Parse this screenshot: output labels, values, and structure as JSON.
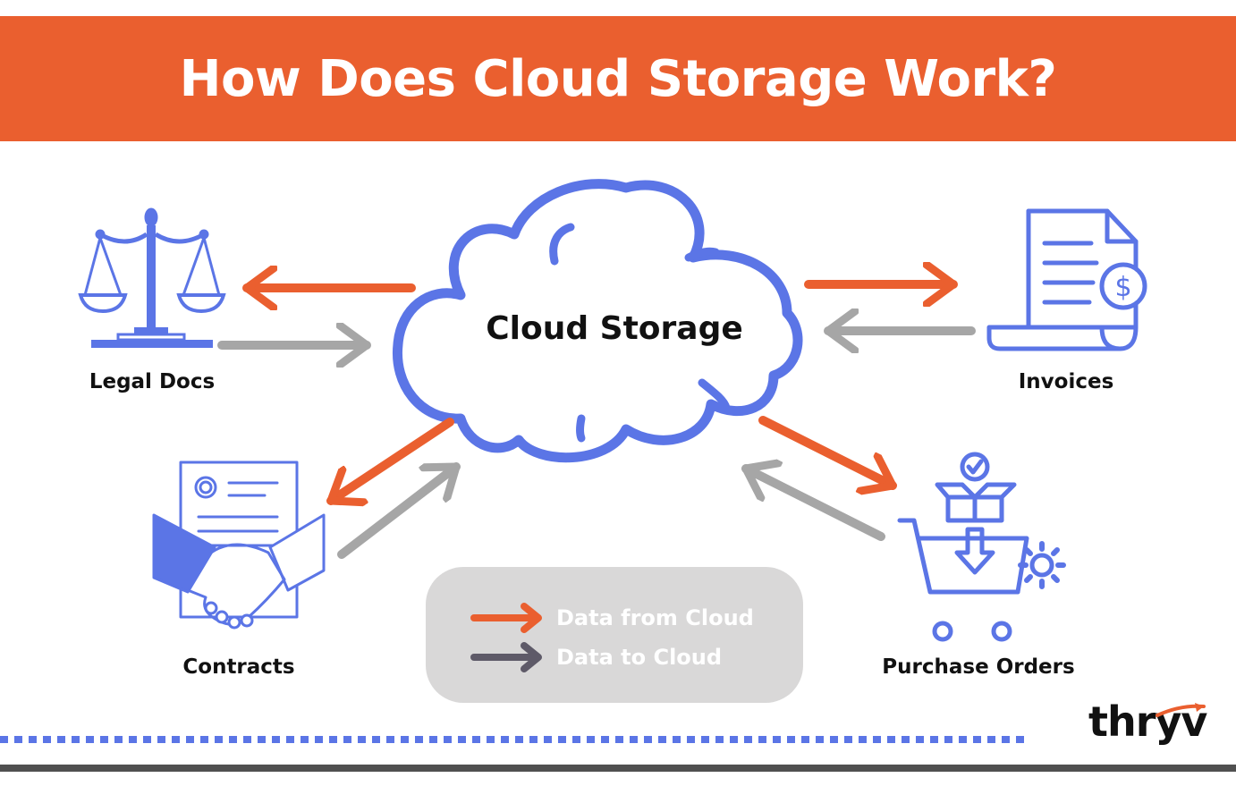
{
  "title": "How Does Cloud Storage Work?",
  "center": {
    "label": "Cloud Storage"
  },
  "nodes": {
    "legal": {
      "label": "Legal Docs",
      "icon": "scales-of-justice-icon"
    },
    "invoices": {
      "label": "Invoices",
      "icon": "invoice-document-icon"
    },
    "contracts": {
      "label": "Contracts",
      "icon": "handshake-contract-icon"
    },
    "purchase_orders": {
      "label": "Purchase Orders",
      "icon": "shopping-cart-icon"
    }
  },
  "legend": {
    "from_cloud": "Data from Cloud",
    "to_cloud": "Data to Cloud"
  },
  "brand": {
    "logo_text": "thryv"
  },
  "colors": {
    "banner": "#ea5f2f",
    "icon_blue": "#5b75e6",
    "arrow_from_cloud": "#ea5f2f",
    "arrow_to_cloud": "#a6a6a6",
    "legend_bg": "#d9d8d8",
    "legend_to_cloud_arrow": "#5e5a68"
  }
}
